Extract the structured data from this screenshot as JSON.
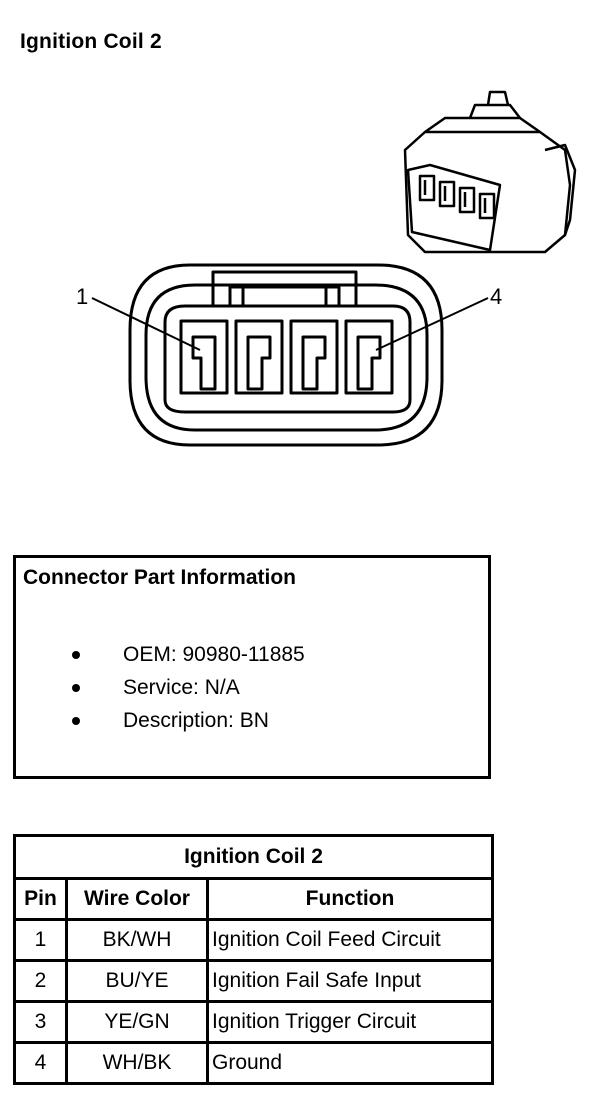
{
  "title": "Ignition Coil 2",
  "diagram": {
    "pin_labels": [
      "1",
      "4"
    ]
  },
  "connector_info": {
    "heading": "Connector Part Information",
    "items": [
      "OEM: 90980-11885",
      "Service: N/A",
      "Description: BN"
    ]
  },
  "pin_table": {
    "caption": "Ignition Coil 2",
    "headers": [
      "Pin",
      "Wire Color",
      "Function"
    ],
    "rows": [
      {
        "pin": "1",
        "color": "BK/WH",
        "function": "Ignition Coil Feed Circuit"
      },
      {
        "pin": "2",
        "color": "BU/YE",
        "function": "Ignition Fail Safe Input"
      },
      {
        "pin": "3",
        "color": "YE/GN",
        "function": "Ignition Trigger Circuit"
      },
      {
        "pin": "4",
        "color": "WH/BK",
        "function": "Ground"
      }
    ]
  }
}
